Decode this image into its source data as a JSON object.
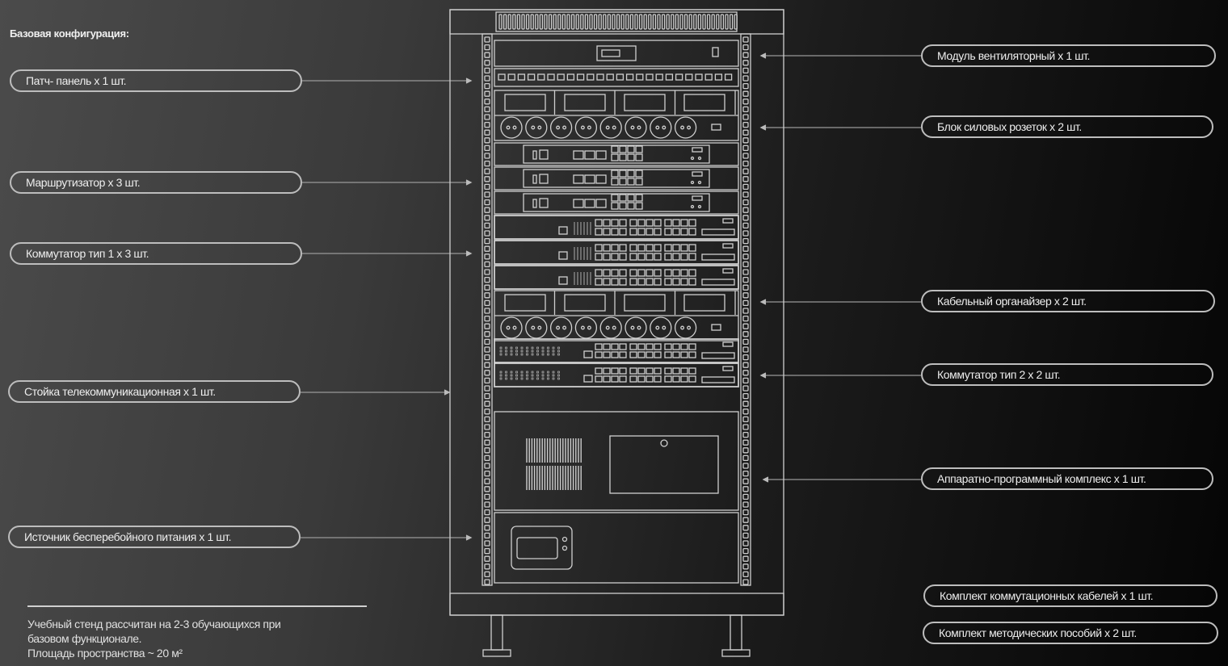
{
  "heading": "Базовая конфигурация:",
  "left_labels": [
    "Патч- панель  х 1 шт.",
    "Маршрутизатор х 3 шт.",
    "Коммутатор тип 1 х 3 шт.",
    "Стойка телекоммуникационная  х 1 шт.",
    "Источник бесперебойного питания  х 1 шт."
  ],
  "right_labels": [
    "Модуль вентиляторный  х 1 шт.",
    "Блок силовых розеток х 2 шт.",
    "Кабельный органайзер  х 2 шт.",
    "Коммутатор тип 2 х 2 шт.",
    "Аппаратно-программный комплекс х 1 шт.",
    "Комплект коммутационных кабелей  х 1 шт.",
    "Комплект методических пособий х 2 шт."
  ],
  "note": {
    "line1": "Учебный стенд рассчитан на 2-3 обучающихся при",
    "line2": "базовом функционале.",
    "line3": "Площадь пространства ~ 20 м²"
  },
  "colors": {
    "line": "#d6d6d6",
    "pill_border": "#bdbdbd"
  }
}
